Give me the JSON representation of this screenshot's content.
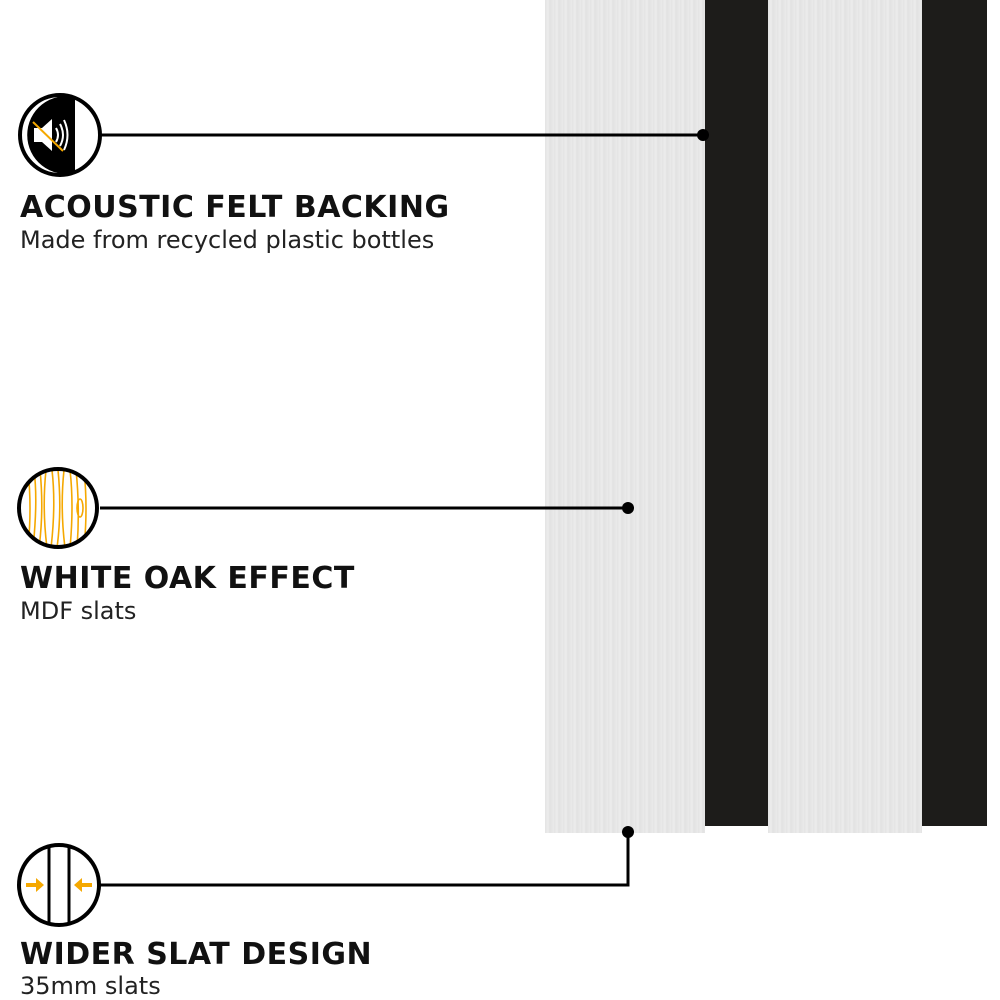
{
  "features": [
    {
      "icon": "muted-speaker-icon",
      "title": "ACOUSTIC FELT BACKING",
      "subtitle": "Made from recycled plastic bottles"
    },
    {
      "icon": "wood-grain-icon",
      "title": "WHITE OAK EFFECT",
      "subtitle": "MDF slats"
    },
    {
      "icon": "slat-width-icon",
      "title": "WIDER SLAT DESIGN",
      "subtitle": "35mm slats"
    }
  ],
  "colors": {
    "accent": "#f5a800",
    "felt": "#1d1c1a",
    "slat": "#e6e6e6",
    "line": "#000000"
  }
}
